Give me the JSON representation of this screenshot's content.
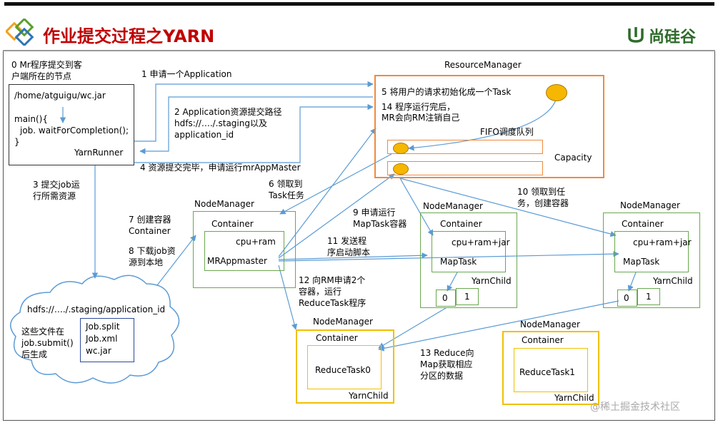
{
  "header": {
    "title": "作业提交过程之YARN",
    "brand": "尚硅谷",
    "watermark": "@稀土掘金技术社区",
    "accent": "#c00000",
    "brand_color": "#2e6b2a"
  },
  "client": {
    "node_label_l1": "0 Mr程序提交到客",
    "node_label_l2": "户端所在的节点",
    "code_l1": "/home/atguigu/wc.jar",
    "code_l2": "main(){",
    "code_l3": "job. waitForCompletion();",
    "code_l4": "}",
    "yarnrunner": "YarnRunner"
  },
  "steps": {
    "s1": "1 申请一个Application",
    "s2_l1": "2 Application资源提交路径",
    "s2_l2": "hdfs://…./.staging以及",
    "s2_l3": "application_id",
    "s3_l1": "3 提交job运",
    "s3_l2": "行所需资源",
    "s4": "4 资源提交完毕，申请运行mrAppMaster",
    "s6_l1": "6 领取到",
    "s6_l2": "Task任务",
    "s7_l1": "7 创建容器",
    "s7_l2": "Container",
    "s8_l1": "8 下载job资",
    "s8_l2": "源到本地",
    "s9_l1": "9 申请运行",
    "s9_l2": "MapTask容器",
    "s10_l1": "10 领取到任",
    "s10_l2": "务，创建容器",
    "s11_l1": "11 发送程",
    "s11_l2": "序启动脚本",
    "s12_l1": "12 向RM申请2个",
    "s12_l2": "容器，运行",
    "s12_l3": "ReduceTask程序",
    "s13_l1": "13 Reduce向",
    "s13_l2": "Map获取相应",
    "s13_l3": "分区的数据"
  },
  "rm": {
    "title": "ResourceManager",
    "s5": "5 将用户的请求初始化成一个Task",
    "s14_l1": "14 程序运行完后，",
    "s14_l2": "MR会向RM注销自己",
    "fifo": "FIFO调度队列",
    "capacity": "Capacity"
  },
  "hdfs": {
    "path": "hdfs://…./.staging/application_id",
    "note_l1": "这些文件在",
    "note_l2": "job.submit()",
    "note_l3": "后生成",
    "file1": "Job.split",
    "file2": "Job.xml",
    "file3": "wc.jar"
  },
  "nm_app": {
    "title": "NodeManager",
    "container": "Container",
    "res": "cpu+ram",
    "app": "MRAppmaster"
  },
  "nm_map1": {
    "title": "NodeManager",
    "container": "Container",
    "res": "cpu+ram+jar",
    "task": "MapTask",
    "child": "YarnChild",
    "p0": "0",
    "p1": "1"
  },
  "nm_map2": {
    "title": "NodeManager",
    "container": "Container",
    "res": "cpu+ram+jar",
    "task": "MapTask",
    "child": "YarnChild",
    "p0": "0",
    "p1": "1"
  },
  "nm_red0": {
    "title": "NodeManager",
    "container": "Container",
    "task": "ReduceTask0",
    "child": "YarnChild"
  },
  "nm_red1": {
    "title": "NodeManager",
    "container": "Container",
    "task": "ReduceTask1",
    "child": "YarnChild"
  },
  "colors": {
    "resource_manager": "#f08a3c",
    "nodemanager": "#6aa84f",
    "reduce": "#f0c000",
    "arrow": "#5b9bd5",
    "cloud": "#5b9bd5",
    "task_dot": "#f5b700"
  }
}
